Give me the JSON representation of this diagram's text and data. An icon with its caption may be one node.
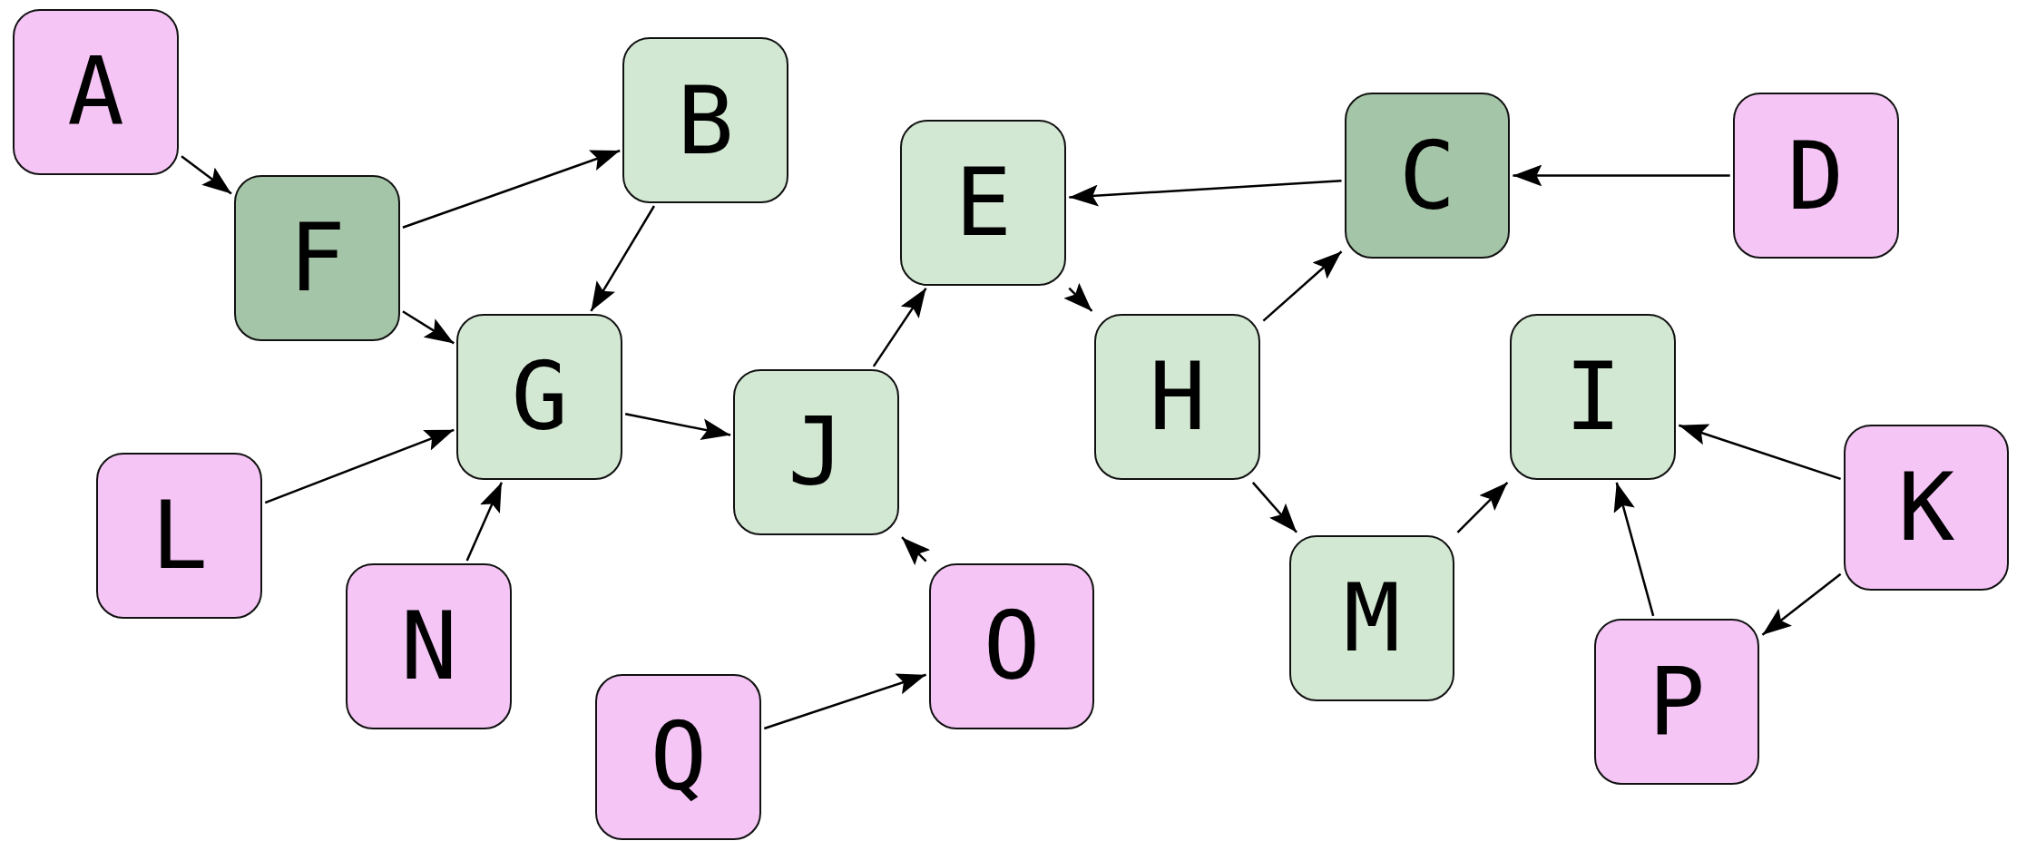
{
  "diagram": {
    "nodes": [
      {
        "text": [
          "A"
        ]
      },
      {
        "text": [
          "B"
        ]
      },
      {
        "text": [
          "C"
        ]
      },
      {
        "text": [
          "D"
        ]
      },
      {
        "text": [
          "E"
        ]
      },
      {
        "text": [
          "F"
        ]
      },
      {
        "text": [
          "G"
        ]
      },
      {
        "text": [
          "H"
        ]
      },
      {
        "text": [
          "I"
        ]
      },
      {
        "text": [
          "J"
        ]
      },
      {
        "text": [
          "K"
        ]
      },
      {
        "text": [
          "L"
        ]
      },
      {
        "text": [
          "M"
        ]
      },
      {
        "text": [
          "N"
        ]
      },
      {
        "text": [
          "O"
        ]
      },
      {
        "text": [
          "P"
        ]
      },
      {
        "text": [
          "Q"
        ]
      }
    ],
    "edges": [
      {
        "from": 0,
        "to": 5,
        "arrow": "to"
      },
      {
        "from": 5,
        "to": 1,
        "arrow": "to"
      },
      {
        "from": 5,
        "to": 6,
        "arrow": "to"
      },
      {
        "from": 1,
        "to": 6,
        "arrow": "to"
      },
      {
        "from": 11,
        "to": 6,
        "arrow": "to"
      },
      {
        "from": 13,
        "to": 6,
        "arrow": "to"
      },
      {
        "from": 6,
        "to": 9,
        "arrow": "to"
      },
      {
        "from": 9,
        "to": 4,
        "arrow": "to"
      },
      {
        "from": 14,
        "to": 9,
        "arrow": "to"
      },
      {
        "from": 16,
        "to": 14,
        "arrow": "to"
      },
      {
        "from": 4,
        "to": 7,
        "arrow": "to"
      },
      {
        "from": 2,
        "to": 4,
        "arrow": "to"
      },
      {
        "from": 3,
        "to": 2,
        "arrow": "to"
      },
      {
        "from": 7,
        "to": 2,
        "arrow": "to"
      },
      {
        "from": 7,
        "to": 12,
        "arrow": "to"
      },
      {
        "from": 12,
        "to": 8,
        "arrow": "to"
      },
      {
        "from": 10,
        "to": 8,
        "arrow": "to"
      },
      {
        "from": 15,
        "to": 8,
        "arrow": "to"
      },
      {
        "from": 10,
        "to": 15,
        "arrow": "to"
      }
    ]
  }
}
